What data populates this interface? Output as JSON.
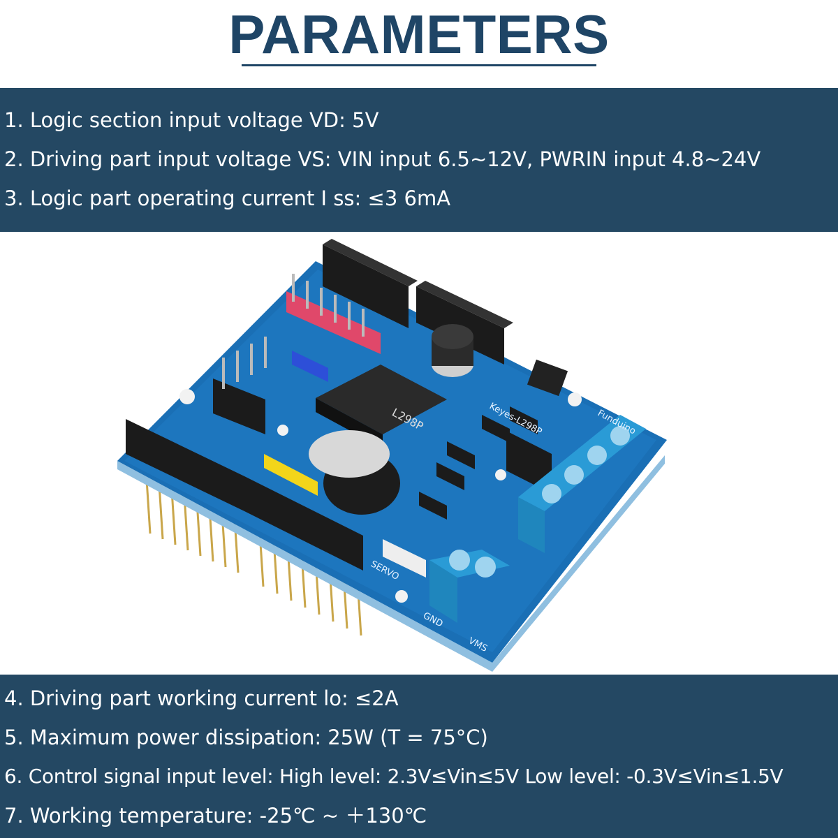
{
  "header": {
    "title": "PARAMETERS"
  },
  "parameters_top": [
    "1. Logic section input voltage VD: 5V",
    "2. Driving part input voltage VS: VIN input 6.5~12V, PWRIN input 4.8~24V",
    "3. Logic part operating current I ss: ≤3 6mA"
  ],
  "parameters_bottom": [
    "4. Driving part working current lo: ≤2A",
    "5. Maximum power dissipation: 25W (T = 75°C)",
    "6. Control signal input level: High level: 2.3V≤Vin≤5V Low level: -0.3V≤Vin≤1.5V",
    "7. Working temperature: -25℃ ~ ＋130℃"
  ],
  "board_silkscreen": {
    "model": "Keyes-L298P",
    "chip": "L298P",
    "servo_label": "SERVO",
    "gnd_label": "GND",
    "vms_label": "VMS",
    "brand": "Funduino"
  },
  "colors": {
    "band": "#244863",
    "title": "#1f4566",
    "pcb": "#1a6fb5",
    "terminal": "#2a9bd6"
  }
}
